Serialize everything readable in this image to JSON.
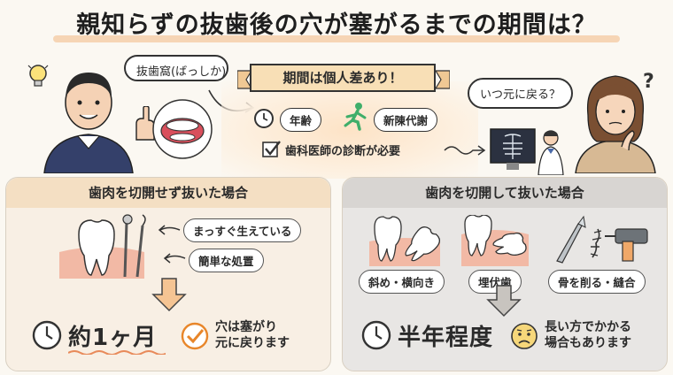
{
  "title": "親知らずの抜歯後の穴が塞がるまでの期間は？",
  "doctor_bubble": "抜歯窩(ばっしか)",
  "banner": "期間は個人差あり！",
  "factors": {
    "age": "年齢",
    "metabolism": "新陳代謝",
    "diagnosis": "歯科医師の診断が必要"
  },
  "patient_bubble": "いつ元に戻る？",
  "left_panel": {
    "header": "歯肉を切開せず抜いた場合",
    "conditions": [
      "まっすぐ生えている",
      "簡単な処置"
    ],
    "result_period": "約1ヶ月",
    "result_lines": [
      "穴は塞がり",
      "元に戻ります"
    ]
  },
  "right_panel": {
    "header": "歯肉を切開して抜いた場合",
    "cases": [
      "斜め・横向き",
      "埋伏歯",
      "骨を削る・縫合"
    ],
    "result_period": "半年程度",
    "result_lines": [
      "長い方でかかる",
      "場合もあります"
    ]
  },
  "colors": {
    "accent_orange": "#f0a868",
    "panel_left": "#f8efe4",
    "panel_right": "#e8e6e4",
    "check_orange": "#e8862a"
  }
}
